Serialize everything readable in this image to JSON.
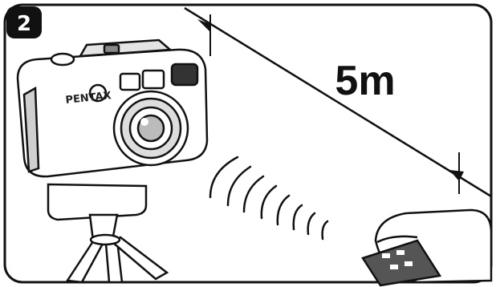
{
  "figure": {
    "step_number": "2",
    "distance_label": "5m",
    "camera_brand": "PENTAX"
  },
  "colors": {
    "ink": "#111111",
    "background": "#ffffff",
    "badge": "#111111"
  },
  "icons": [
    "camera-icon",
    "tripod-icon",
    "remote-control-icon",
    "signal-waves-icon",
    "hand-icon"
  ]
}
